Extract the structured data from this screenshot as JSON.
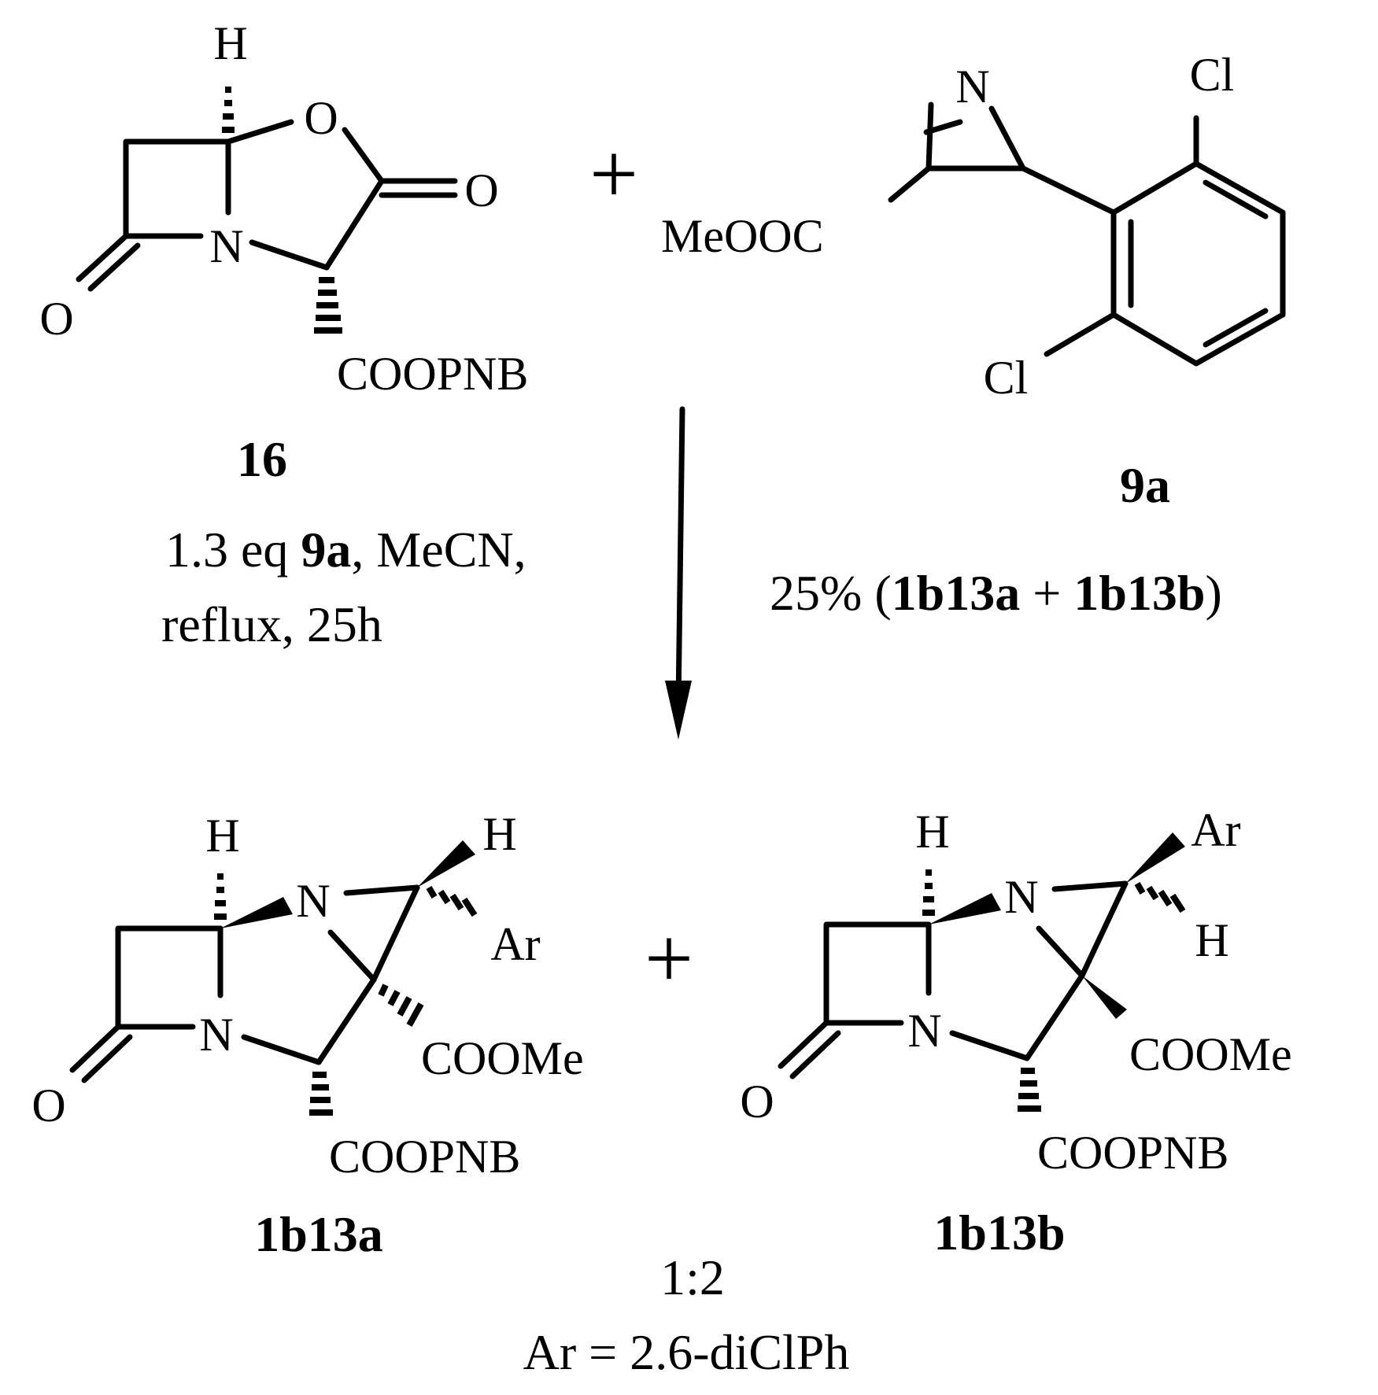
{
  "compound_16": {
    "label": "16",
    "atoms": {
      "H": "H",
      "O_ring": "O",
      "O_lactone": "O",
      "O_lactam": "O",
      "N": "N",
      "ester": "COOPNB"
    }
  },
  "plus_top": "+",
  "compound_9a": {
    "label": "9a",
    "atoms": {
      "N": "N",
      "Cl_top": "Cl",
      "Cl_bottom": "Cl",
      "ester": "MeOOC"
    }
  },
  "conditions": {
    "line1_a": "1.3 eq ",
    "line1_b": "9a",
    "line1_c": ", MeCN,",
    "line2": "reflux, 25h"
  },
  "yield": {
    "open": "25% (",
    "p1": "1b13a",
    "plus": " + ",
    "p2": "1b13b",
    "close": ")"
  },
  "product_a": {
    "label": "1b13a",
    "atoms": {
      "H_bridge": "H",
      "N_aziridine": "N",
      "H_aziridine": "H",
      "Ar": "Ar",
      "N_lactam": "N",
      "O": "O",
      "COOMe": "COOMe",
      "COOPNB": "COOPNB"
    }
  },
  "plus_bottom": "+",
  "product_b": {
    "label": "1b13b",
    "atoms": {
      "H_bridge": "H",
      "N_aziridine": "N",
      "Ar": "Ar",
      "H_aziridine": "H",
      "N_lactam": "N",
      "O": "O",
      "COOMe": "COOMe",
      "COOPNB": "COOPNB"
    }
  },
  "ratio": "1:2",
  "ar_definition": "Ar = 2.6-diClPh"
}
